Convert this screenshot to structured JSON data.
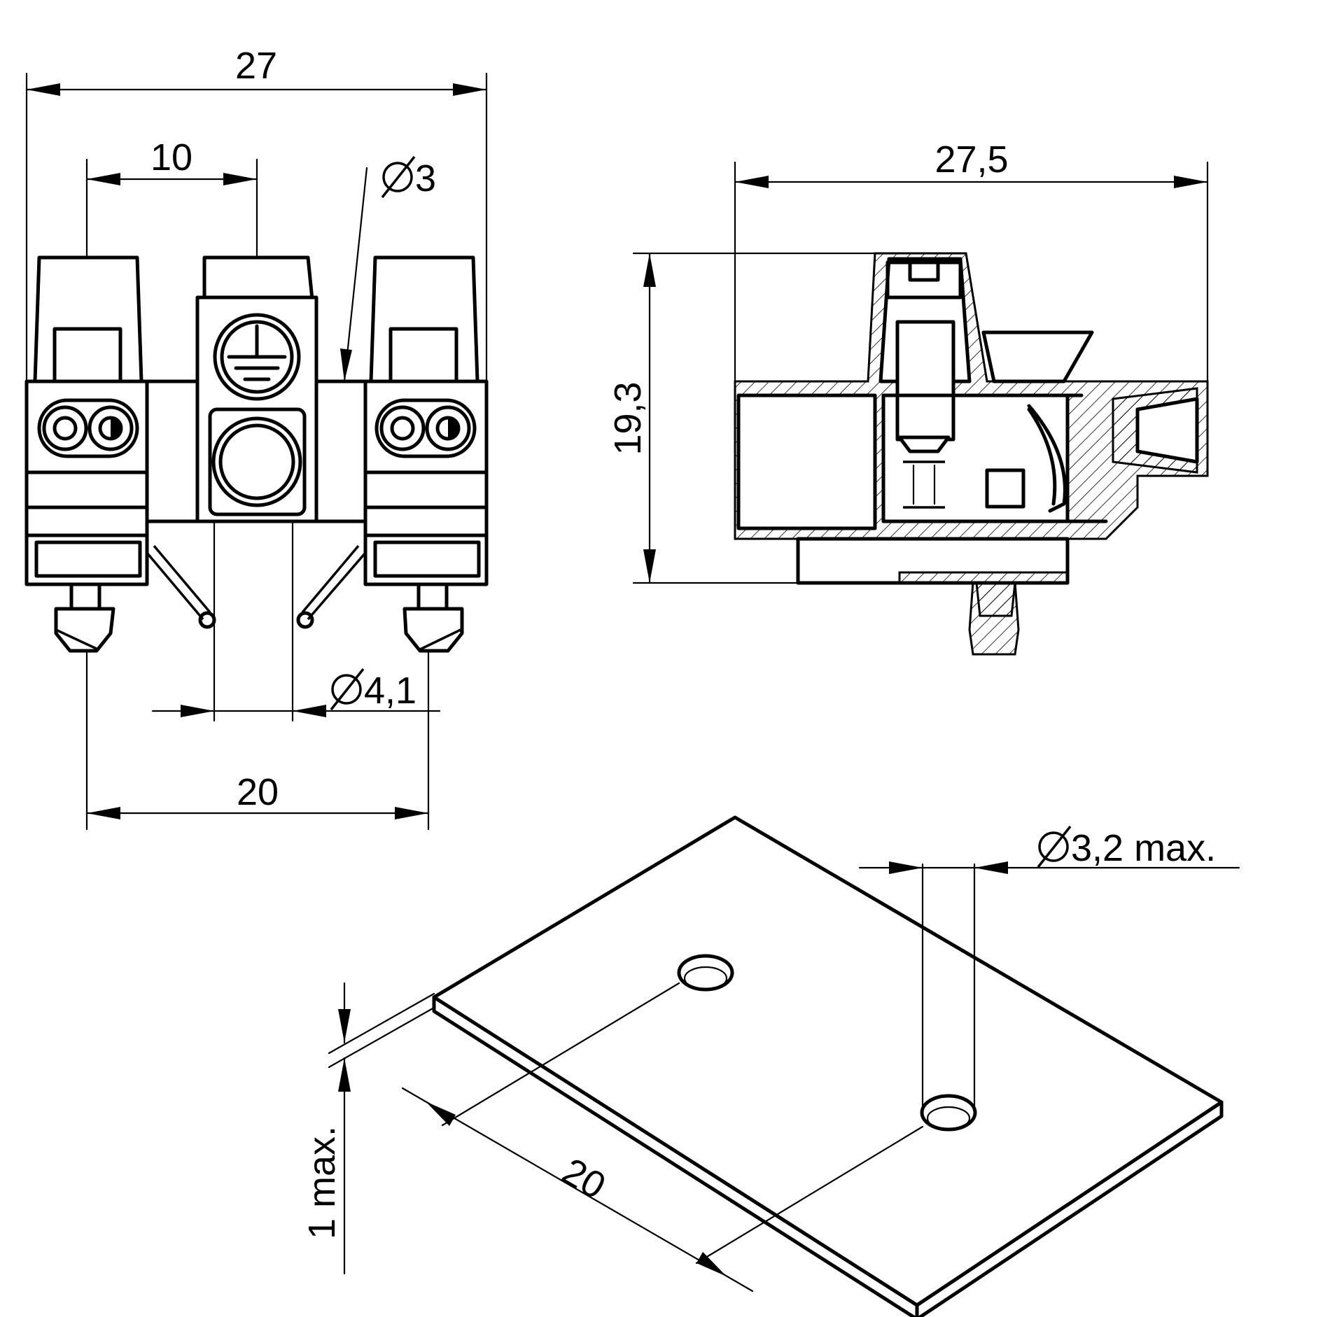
{
  "dimensions": {
    "front_total_width": "27",
    "front_pitch": "10",
    "front_hole_dia": "3",
    "front_pin_dia": "4,1",
    "front_pin_spacing": "20",
    "side_total_length": "27,5",
    "side_height": "19,3",
    "plate_hole_dia": "3,2 max.",
    "plate_hole_spacing": "20",
    "plate_thickness": "1 max."
  },
  "symbols": {
    "diameter": "⌀",
    "earth": "protective-earth-icon"
  }
}
